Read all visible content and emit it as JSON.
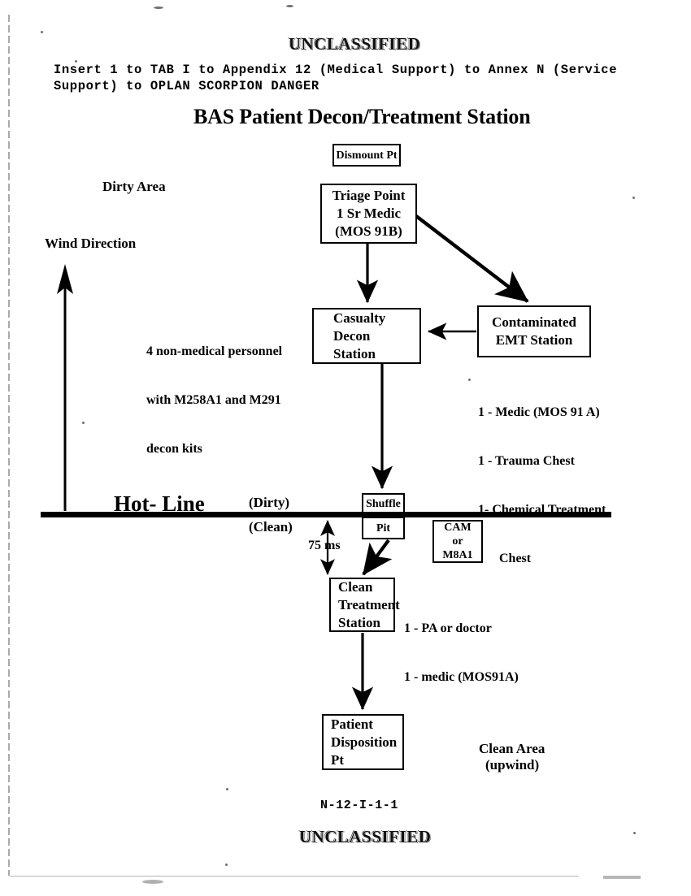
{
  "document": {
    "classification_top": "UNCLASSIFIED",
    "classification_bottom": "UNCLASSIFIED",
    "header_line_1": "Insert 1 to TAB I to Appendix 12 (Medical Support) to Annex N (Service",
    "header_line_2": "Support) to OPLAN SCORPION DANGER",
    "title": "BAS Patient Decon/Treatment Station",
    "page_number": "N-12-I-1-1"
  },
  "diagram": {
    "zones": {
      "dirty_area": "Dirty Area",
      "wind_direction": "Wind Direction",
      "clean_area_line1": "Clean Area",
      "clean_area_line2": "(upwind)",
      "dirty_side": "(Dirty)",
      "clean_side": "(Clean)",
      "hot_line": "Hot- Line"
    },
    "boxes": [
      {
        "id": "dismount-pt",
        "lines": [
          "Dismount Pt"
        ]
      },
      {
        "id": "triage-point",
        "lines": [
          "Triage Point",
          "1 Sr Medic",
          "(MOS 91B)"
        ]
      },
      {
        "id": "casualty-decon-station",
        "lines": [
          "Casualty",
          "Decon",
          "Station"
        ]
      },
      {
        "id": "contaminated-emt-station",
        "lines": [
          "Contaminated",
          "EMT Station"
        ]
      },
      {
        "id": "shuffle-pit-top",
        "lines": [
          "Shuffle"
        ]
      },
      {
        "id": "shuffle-pit-bottom",
        "lines": [
          "Pit"
        ]
      },
      {
        "id": "cam-m8a1",
        "lines": [
          "CAM",
          "or",
          "M8A1"
        ]
      },
      {
        "id": "clean-treatment-station",
        "lines": [
          "Clean",
          "Treatment",
          "Station"
        ]
      },
      {
        "id": "patient-disposition-pt",
        "lines": [
          "Patient",
          "Disposition",
          "Pt"
        ]
      }
    ],
    "annotations": {
      "decon_personnel_line1": "4 non-medical personnel",
      "decon_personnel_line2": "with M258A1 and M291",
      "decon_personnel_line3": "decon kits",
      "emt_staffing_line1": "1 - Medic (MOS 91 A)",
      "emt_staffing_line2": "1 - Trauma Chest",
      "emt_staffing_line3": "1- Chemical Treatment",
      "emt_staffing_line4": "Chest",
      "clean_staffing_line1": "1 - PA or doctor",
      "clean_staffing_line2": "1 - medic (MOS91A)",
      "shuffle_pit_distance": "75 ms"
    }
  },
  "colors": {
    "ink": "#000000",
    "paper": "#ffffff",
    "scan_artifact": "#8d8d8d"
  }
}
